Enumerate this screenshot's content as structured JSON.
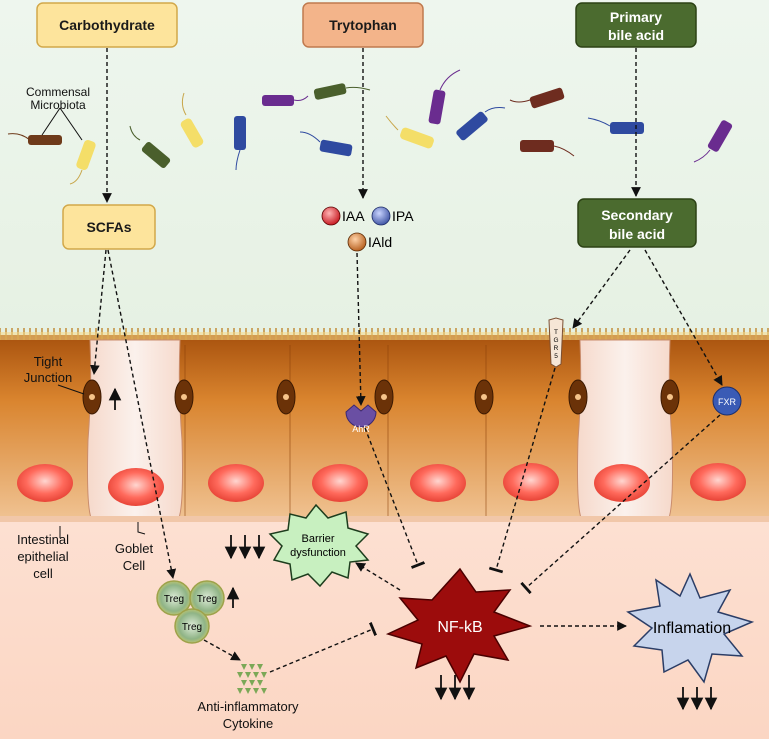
{
  "sources": {
    "carbohydrate": "Carbothydrate",
    "tryptophan": "Trytophan",
    "primary_bile_line1": "Primary",
    "primary_bile_line2": "bile acid"
  },
  "metabolites": {
    "scfas": "SCFAs",
    "iaa": "IAA",
    "ipa": "IPA",
    "iald": "IAld",
    "secondary_bile_line1": "Secondary",
    "secondary_bile_line2": "bile acid"
  },
  "microbiota_label_line1": "Commensal",
  "microbiota_label_line2": "Microbiota",
  "tight_junction_line1": "Tight",
  "tight_junction_line2": "Junction",
  "epithelial_line1": "Intestinal",
  "epithelial_line2": "epithelial",
  "epithelial_line3": "cell",
  "goblet_line1": "Goblet",
  "goblet_line2": "Cell",
  "receptors": {
    "ahr": "AhR",
    "tgr5": [
      "T",
      "G",
      "R",
      "5"
    ],
    "fxr": "FXR"
  },
  "treg": "Treg",
  "cytokine_line1": "Anti-inflammatory",
  "cytokine_line2": "Cytokine",
  "barrier_line1": "Barrier",
  "barrier_line2": "dysfunction",
  "nfkb": "NF-kB",
  "inflammation": "Inflamation",
  "colors": {
    "carb_fill": "#fde49c",
    "tryp_fill": "#f3b48a",
    "bile_fill": "#4b6b2f",
    "scfa_fill": "#fde49c",
    "nfkb": "#9c0c0c",
    "inflam": "#c7d4ec",
    "barrier": "#c8f0c0",
    "treg": "#7fa87a",
    "cytokine": "#7ba857"
  }
}
